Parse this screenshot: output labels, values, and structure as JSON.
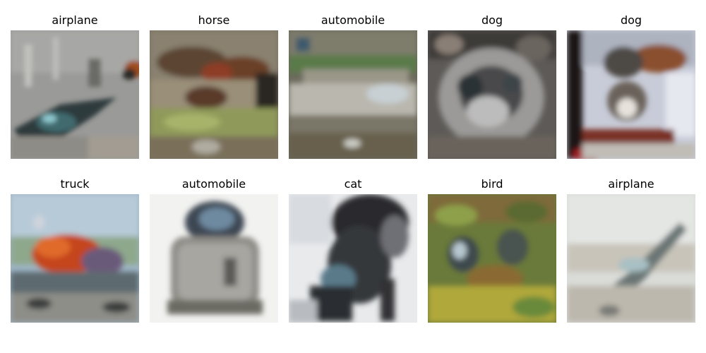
{
  "figure": {
    "rows": [
      [
        {
          "label": "airplane",
          "image_name": "cifar-airplane-image"
        },
        {
          "label": "horse",
          "image_name": "cifar-horse-image"
        },
        {
          "label": "automobile",
          "image_name": "cifar-automobile-image"
        },
        {
          "label": "dog",
          "image_name": "cifar-dog-image"
        },
        {
          "label": "dog",
          "image_name": "cifar-dog-image"
        }
      ],
      [
        {
          "label": "truck",
          "image_name": "cifar-truck-image"
        },
        {
          "label": "automobile",
          "image_name": "cifar-automobile-image"
        },
        {
          "label": "cat",
          "image_name": "cifar-cat-image"
        },
        {
          "label": "bird",
          "image_name": "cifar-bird-image"
        },
        {
          "label": "airplane",
          "image_name": "cifar-airplane-image"
        }
      ]
    ]
  }
}
